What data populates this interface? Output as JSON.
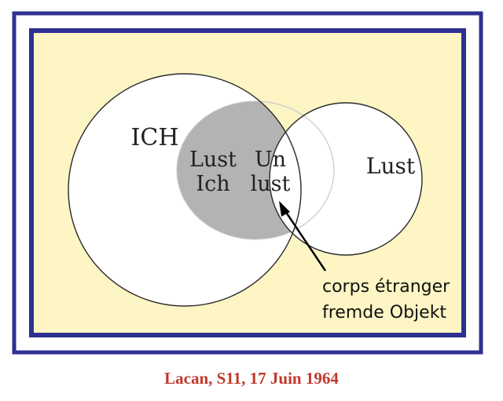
{
  "diagram": {
    "labels": {
      "ich": "ICH",
      "lust_ich_line1": "Lust",
      "lust_ich_line2": "Ich",
      "unlust_line1": "Un",
      "unlust_line2": "lust",
      "lust": "Lust",
      "annotation_line1": "corps étranger",
      "annotation_line2": "fremde Objekt"
    },
    "colors": {
      "outer_border": "#2e3192",
      "frame_fill": "#fdf5c4",
      "circle_fill": "#ffffff",
      "shaded_region": "#b3b3b3",
      "caption": "#c0392b"
    }
  },
  "caption": "Lacan, S11, 17 Juin  1964"
}
